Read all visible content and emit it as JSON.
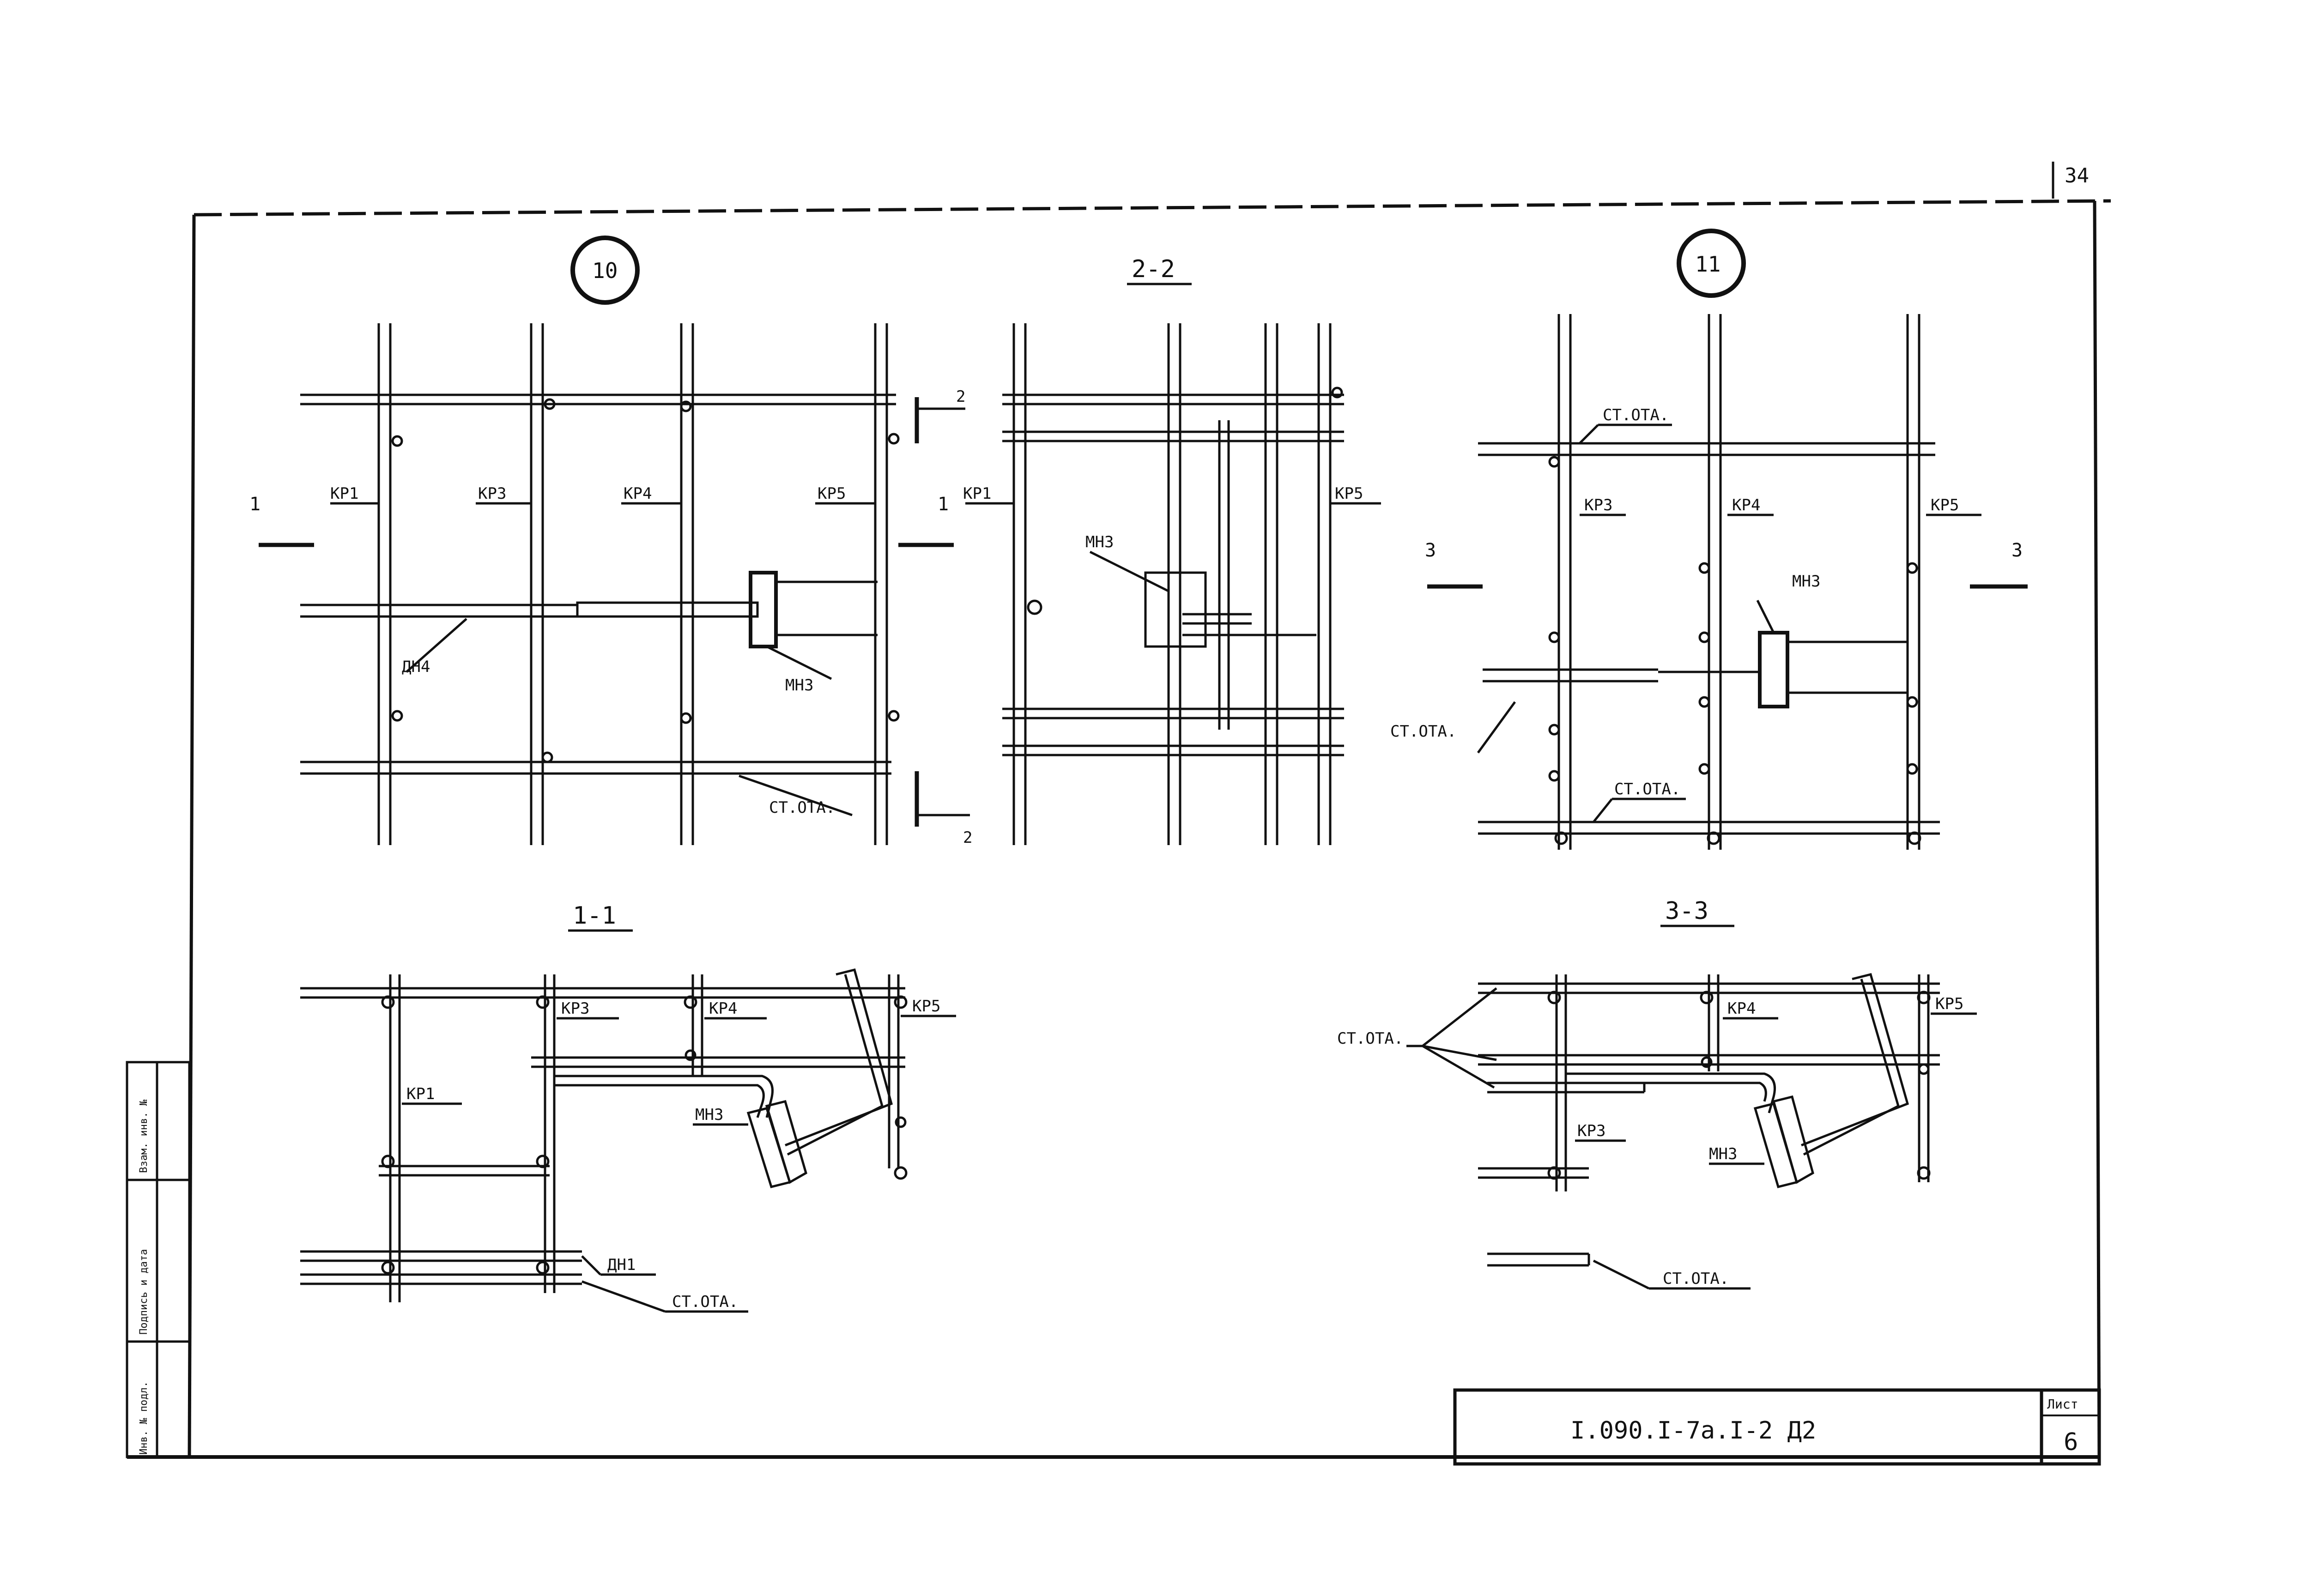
{
  "sheet": {
    "top_number": "34",
    "document_code": "I.090.I-7a.I-2 Д2",
    "sheet_label": "Лист",
    "sheet_number": "6",
    "stamp": [
      "Инв. № подл.",
      "Подпись и дата",
      "Взам. инв. №"
    ]
  },
  "views": {
    "node10": {
      "marker": "10",
      "labels": {
        "kp1": "КР1",
        "kp3": "КР3",
        "kp4": "КР4",
        "kp5": "КР5",
        "dn4": "ДН4",
        "mn3": "МН3",
        "st_ota": "СТ.ОТА.",
        "cut1_left": "1",
        "cut1_right": "1",
        "cut2_top": "2",
        "cut2_bottom": "2"
      }
    },
    "section22": {
      "title": "2-2",
      "labels": {
        "kp1": "КР1",
        "kp5": "КР5",
        "mn3": "МН3"
      }
    },
    "node11": {
      "marker": "11",
      "labels": {
        "kp3": "КР3",
        "kp4": "КР4",
        "kp5": "КР5",
        "mn3": "МН3",
        "st_ota_top": "СТ.ОТА.",
        "st_ota_left": "СТ.ОТА.",
        "st_ota_bottom": "СТ.ОТА.",
        "cut3_left": "3",
        "cut3_right": "3"
      }
    },
    "section11": {
      "title": "1-1",
      "labels": {
        "kp1": "КР1",
        "kp3": "КР3",
        "kp4": "КР4",
        "kp5": "КР5",
        "mn3": "МН3",
        "dn1": "ДН1",
        "st_ota": "СТ.ОТА."
      }
    },
    "section33": {
      "title": "3-3",
      "labels": {
        "kp3": "КР3",
        "kp4": "КР4",
        "kp5": "КР5",
        "mn3": "МН3",
        "st_ota_group": "СТ.ОТА.",
        "st_ota": "СТ.ОТА."
      }
    }
  }
}
